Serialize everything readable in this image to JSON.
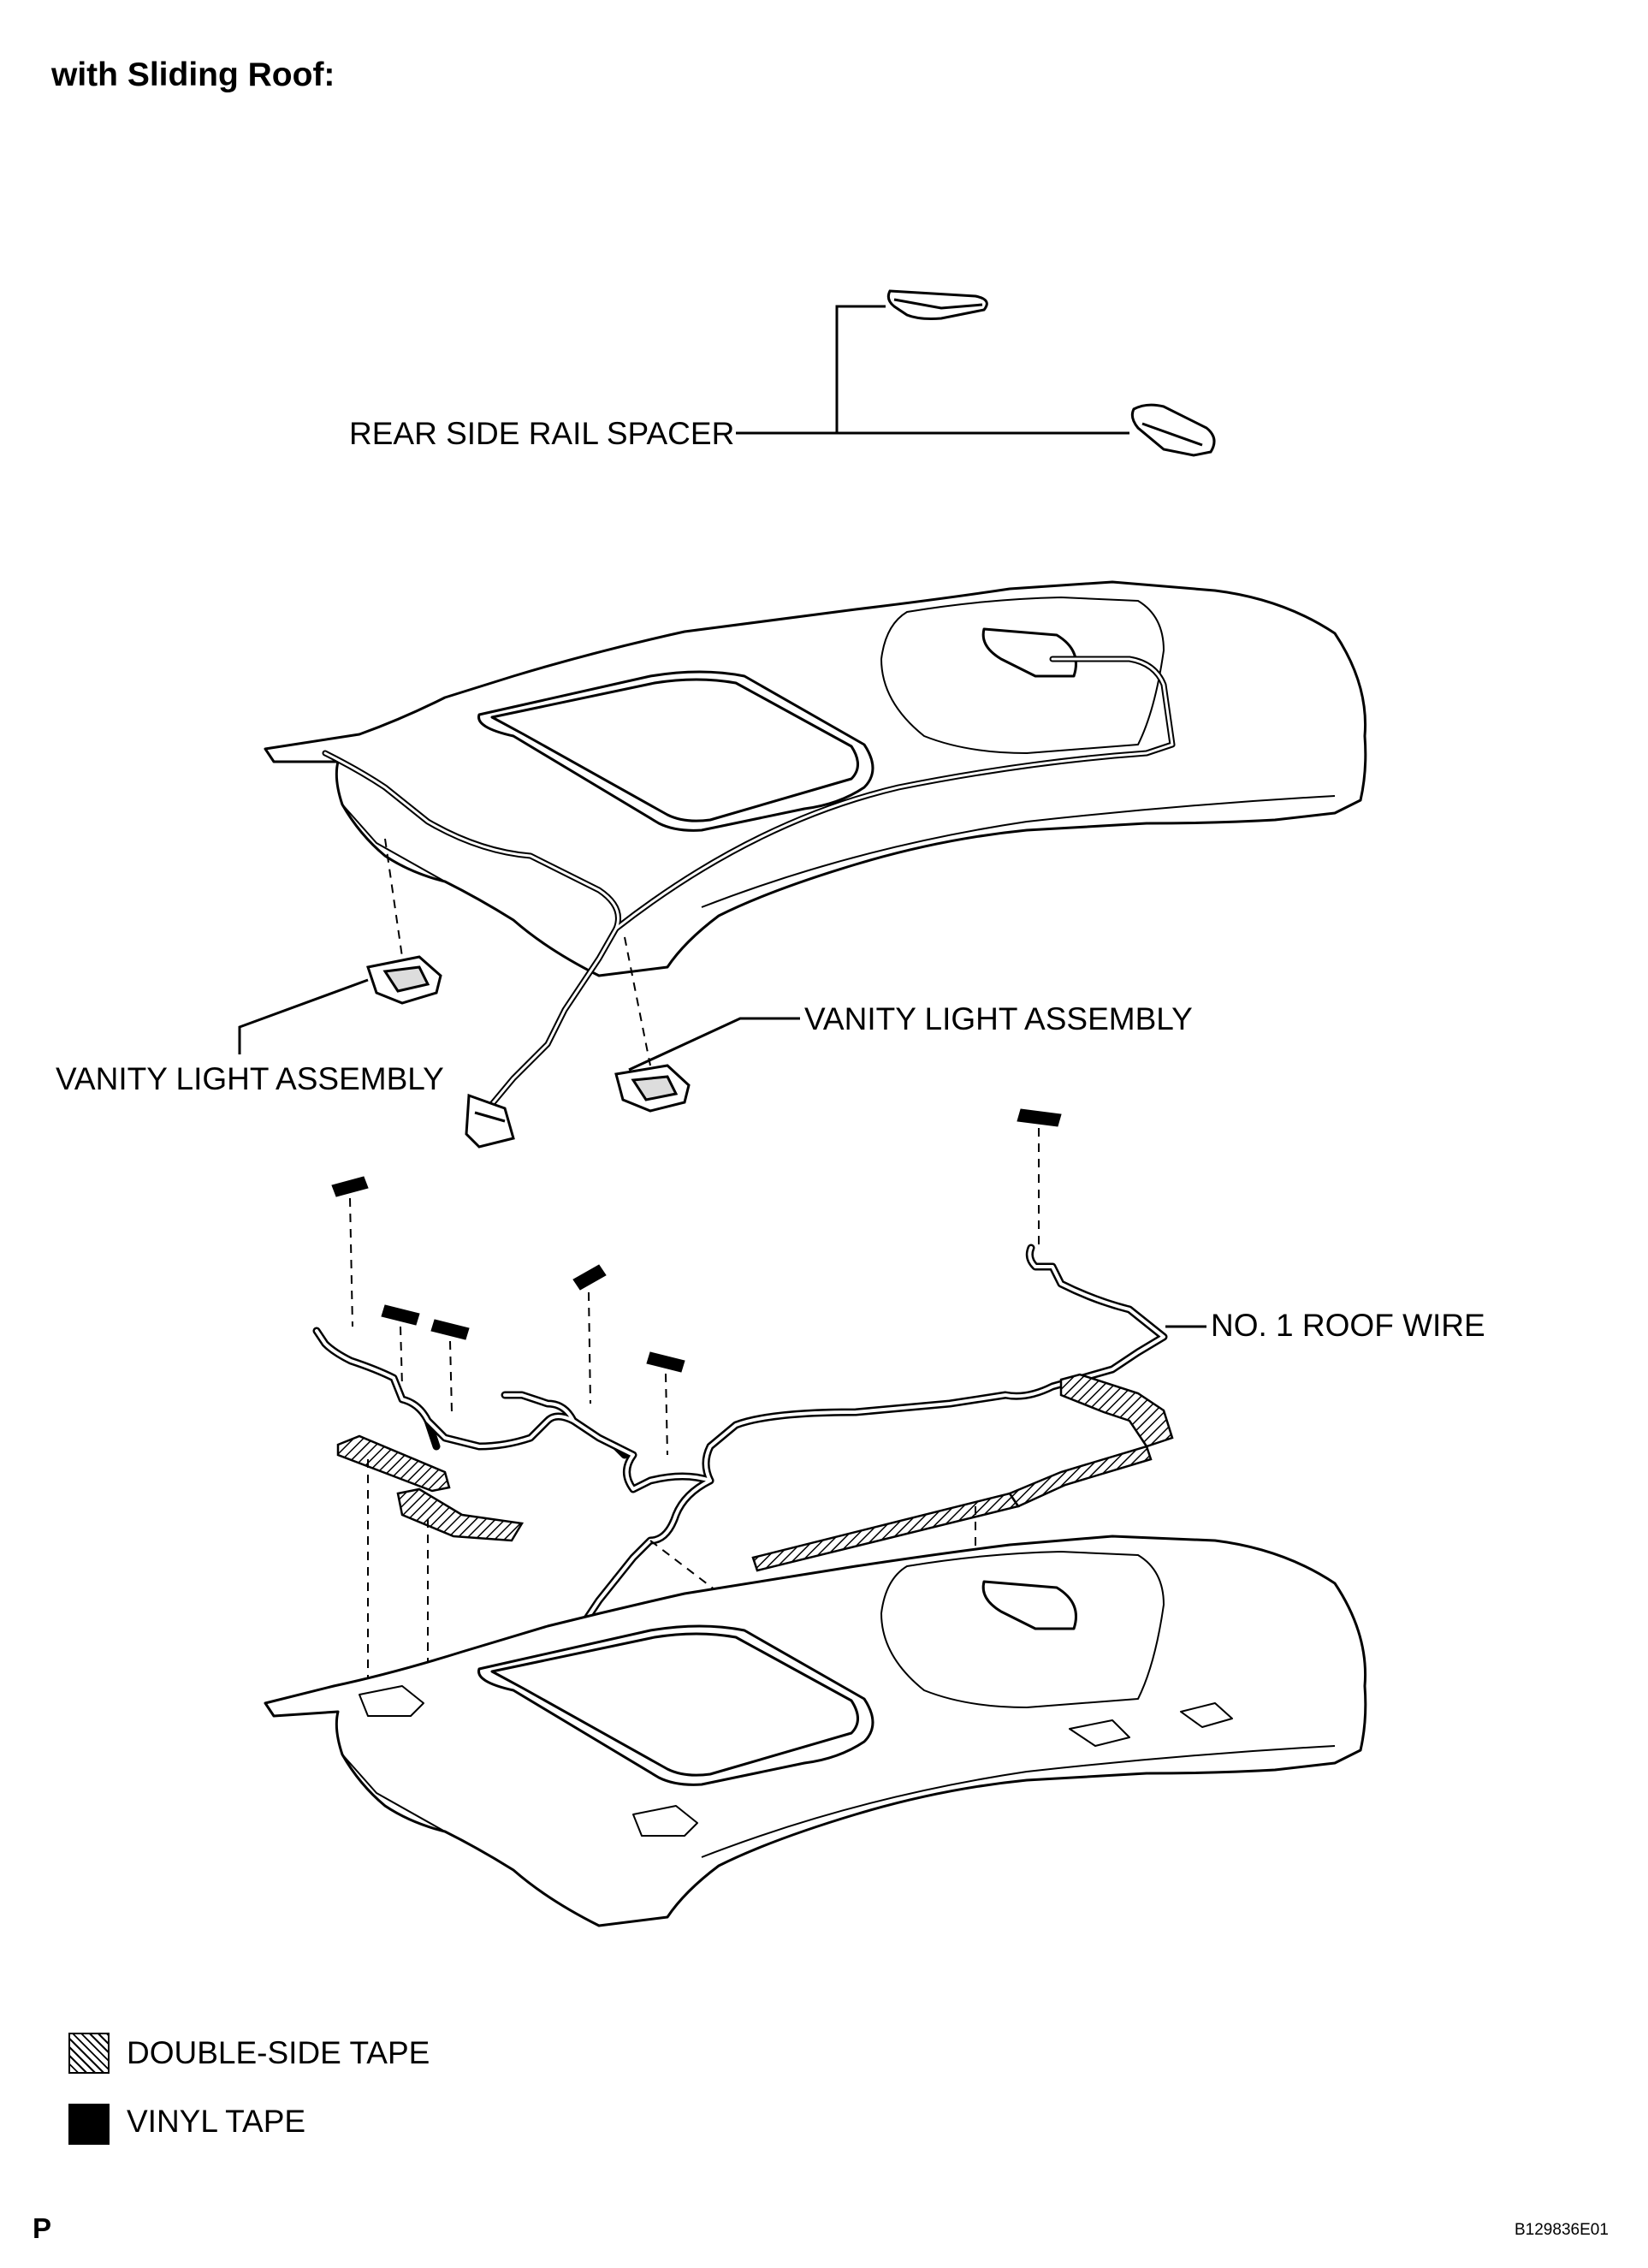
{
  "title": "with Sliding Roof:",
  "labels": {
    "rear_side_rail_spacer": "REAR SIDE RAIL SPACER",
    "vanity_light_left": "VANITY LIGHT ASSEMBLY",
    "vanity_light_right": "VANITY LIGHT ASSEMBLY",
    "roof_wire": "NO. 1 ROOF WIRE"
  },
  "legend": [
    {
      "label": "DOUBLE-SIDE TAPE",
      "pattern": "hatched"
    },
    {
      "label": "VINYL TAPE",
      "pattern": "solid"
    }
  ],
  "corner": {
    "left": "P",
    "right": "B129836E01"
  },
  "colors": {
    "line": "#000000",
    "background": "#ffffff"
  }
}
